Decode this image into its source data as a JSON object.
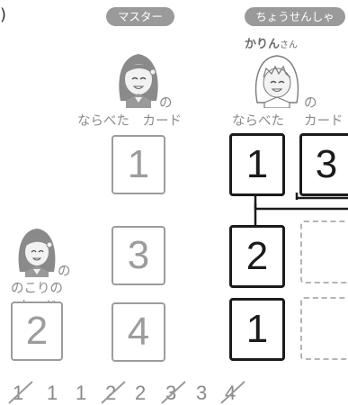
{
  "header": {
    "left_fragment": ")",
    "master_tag": "マスター",
    "challenger_tag": "ちょうせんしゃ",
    "challenger_name": "かりん",
    "challenger_suffix": "さん"
  },
  "labels": {
    "no": "の",
    "arranged_cards": "ならべた　カード",
    "arranged": "ならべた",
    "card": "カード",
    "remaining_line1": "のこりの",
    "remaining_line2": "カード"
  },
  "master_cards": [
    "1",
    "3",
    "4"
  ],
  "remaining_card": "2",
  "challenger_cards": {
    "top_left": "1",
    "top_right": "3",
    "middle": "2",
    "bottom": "1"
  },
  "sequence": [
    {
      "value": "1",
      "struck": true
    },
    {
      "value": "1",
      "struck": false
    },
    {
      "value": "1",
      "struck": false
    },
    {
      "value": "2",
      "struck": true
    },
    {
      "value": "2",
      "struck": false
    },
    {
      "value": "3",
      "struck": true
    },
    {
      "value": "3",
      "struck": false
    },
    {
      "value": "4",
      "struck": true
    }
  ]
}
